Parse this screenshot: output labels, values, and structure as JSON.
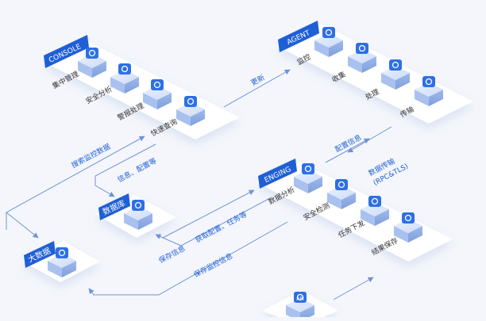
{
  "colors": {
    "accent": "#1f5fd6",
    "accent_dark": "#1548b0",
    "panel": "#ffffff",
    "arrow": "#6f93d8",
    "label": "#1f5fd6",
    "text": "#333333"
  },
  "panels": {
    "console": {
      "title": "CONSOLE",
      "items": [
        {
          "label": "集中管理",
          "icon": "monitor-icon"
        },
        {
          "label": "安全分析",
          "icon": "chart-icon"
        },
        {
          "label": "警报处理",
          "icon": "alert-icon"
        },
        {
          "label": "快速查询",
          "icon": "search-icon"
        }
      ]
    },
    "agent": {
      "title": "AGENT",
      "items": [
        {
          "label": "监控",
          "icon": "eye-icon"
        },
        {
          "label": "收集",
          "icon": "collect-icon"
        },
        {
          "label": "处理",
          "icon": "wrench-icon"
        },
        {
          "label": "传输",
          "icon": "transfer-icon"
        }
      ]
    },
    "engine": {
      "title": "ENGING",
      "items": [
        {
          "label": "数据分析",
          "icon": "analysis-icon"
        },
        {
          "label": "安全检测",
          "icon": "shield-icon"
        },
        {
          "label": "任务下发",
          "icon": "task-icon"
        },
        {
          "label": "结果保存",
          "icon": "save-icon"
        }
      ]
    },
    "database": {
      "title": "数据库",
      "icon": "database-icon"
    },
    "bigdata": {
      "title": "大数据",
      "icon": "cube-cluster-icon"
    },
    "api": {
      "title": "API",
      "icon": "api-icon"
    }
  },
  "flows": {
    "update": "更新",
    "config_info": "配置信息",
    "data_transfer": "数据传输",
    "data_transfer_sub": "(RPC&TLS)",
    "search_monitor": "搜索监控数据",
    "info_config": "信息、配置等",
    "get_config": "获取配置、任务等",
    "save_info": "保存信息",
    "save_monitor": "保存监控信息"
  }
}
